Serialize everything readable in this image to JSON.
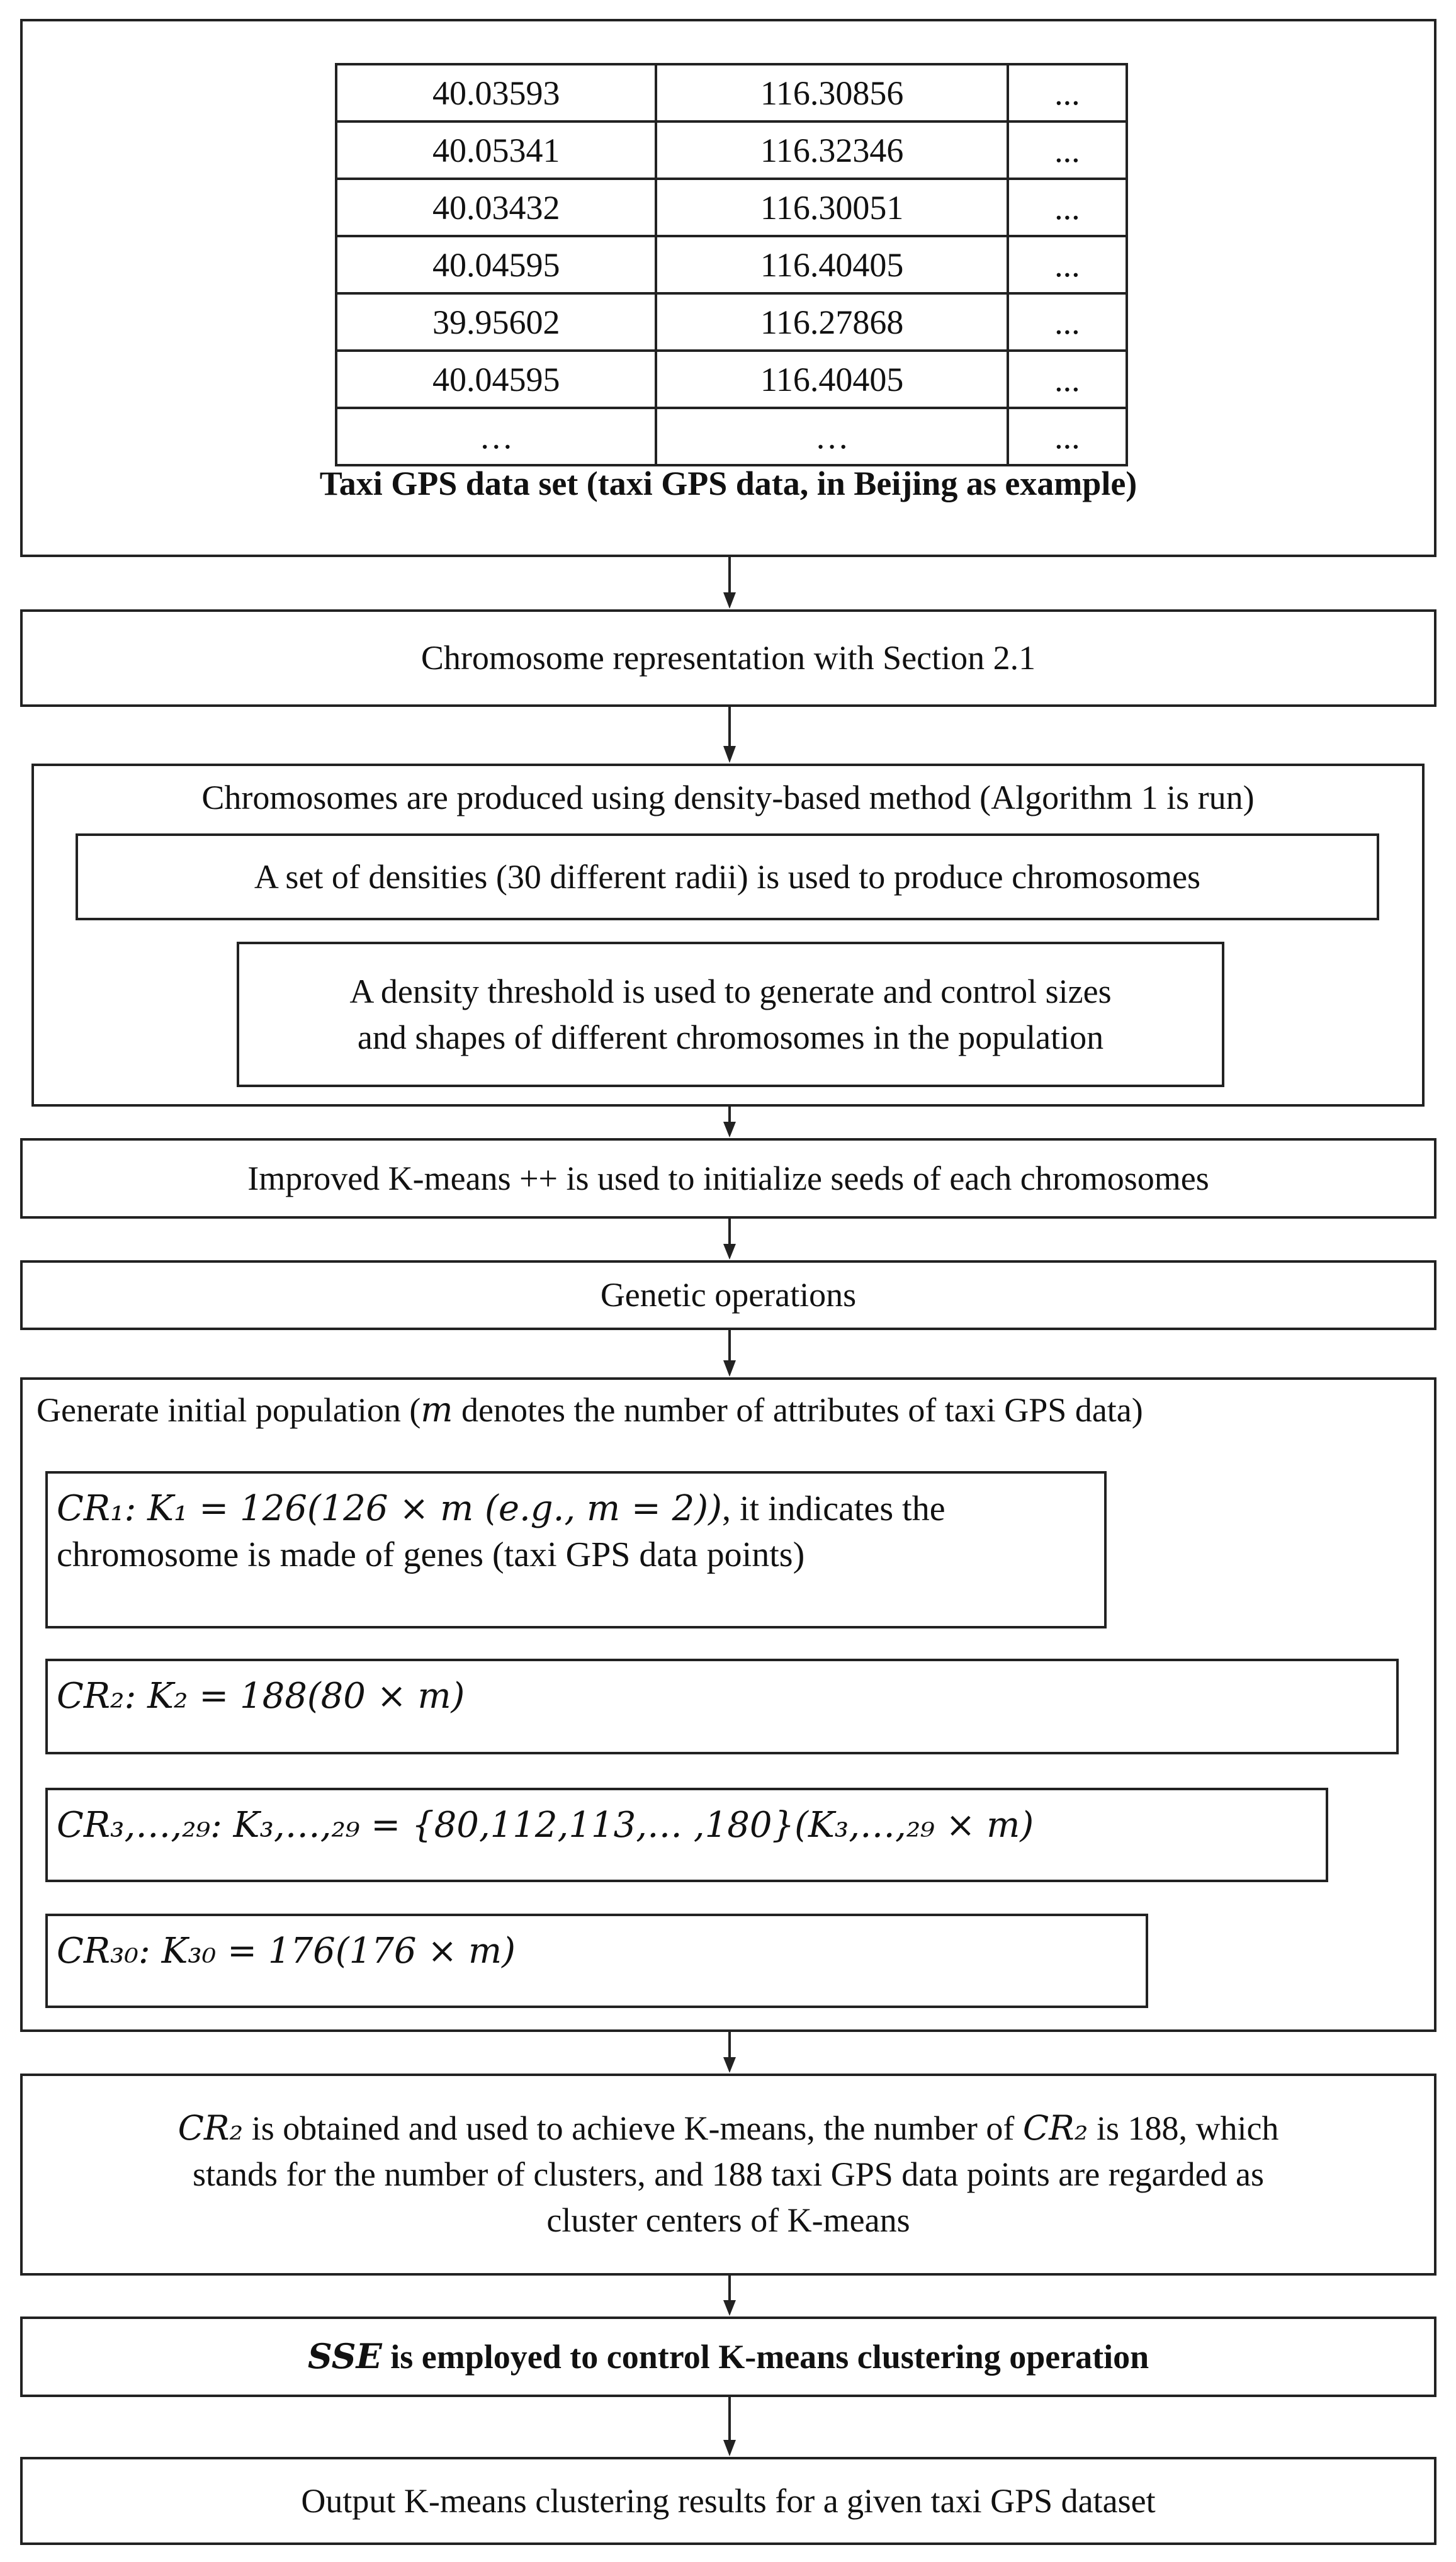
{
  "table": {
    "rows": [
      [
        "40.03593",
        "116.30856",
        "..."
      ],
      [
        "40.05341",
        "116.32346",
        "..."
      ],
      [
        "40.03432",
        "116.30051",
        "..."
      ],
      [
        "40.04595",
        "116.40405",
        "..."
      ],
      [
        "39.95602",
        "116.27868",
        "..."
      ],
      [
        "40.04595",
        "116.40405",
        "..."
      ],
      [
        "…",
        "…",
        "..."
      ]
    ],
    "caption": "Taxi GPS data set (taxi GPS data, in Beijing as example)"
  },
  "step_chromosome_rep": "Chromosome representation with Section 2.1",
  "density": {
    "title": "Chromosomes are produced using density-based method (Algorithm 1 is run)",
    "set_of_densities": "A set of densities (30 different radii) is used to produce chromosomes",
    "threshold_line1": "A density threshold  is used to generate and control sizes",
    "threshold_line2": "and shapes of different chromosomes  in the population"
  },
  "step_kmeanspp": "Improved K-means ++ is used to initialize seeds of each chromosomes",
  "step_genetic": "Genetic operations",
  "population": {
    "title_pre": "Generate initial population (",
    "title_m": "m",
    "title_post": " denotes the number of attributes of taxi GPS data)",
    "cr1_math": "CR₁:  K₁ = 126(126 × m (e.g., m = 2))",
    "cr1_text": ", it indicates the",
    "cr1_line2": "chromosome is made of genes (taxi GPS data points)",
    "cr2_math": "CR₂:  K₂ = 188(80 × m)",
    "cr3_math": "CR₃,…,₂₉:  K₃,…,₂₉ = {80,112,113,… ,180}(K₃,…,₂₉ × m)",
    "cr30_math": "CR₃₀:  K₃₀ = 176(176 × m)"
  },
  "step_cr2": {
    "line1_sym1": "CR₂",
    "line1_mid": "  is obtained and used to achieve K-means, the number of ",
    "line1_sym2": "CR₂",
    "line1_end": "  is 188, which",
    "line2": "stands for the number of clusters, and 188 taxi GPS data points are regarded as",
    "line3": "cluster centers of K-means"
  },
  "step_sse": {
    "sym": "SSE",
    "text": " is employed to control K-means clustering operation"
  },
  "step_output": "Output K-means clustering results for a given taxi GPS dataset"
}
